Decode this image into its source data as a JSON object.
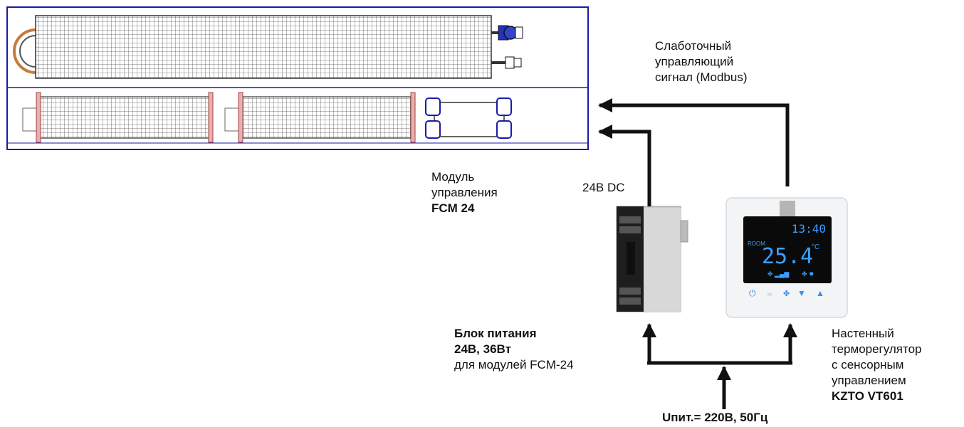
{
  "labels": {
    "signal": [
      "Слаботочный",
      "управляющий",
      "сигнал (Modbus)"
    ],
    "module": {
      "lines": [
        "Модуль",
        "управления"
      ],
      "name": "FCM 24"
    },
    "voltage_dc": "24В DC",
    "psu": {
      "name_lines": [
        "Блок питания",
        "24В, 36Вт"
      ],
      "desc": "для модулей FCM-24"
    },
    "thermostat": {
      "lines": [
        "Настенный",
        "терморегулятор",
        "с сенсорным",
        "управлением"
      ],
      "name": "KZTO VT601"
    },
    "supply": "Uпит.= 220В, 50Гц"
  },
  "thermostat_display": {
    "time": "13:40",
    "room_label": "ROOM",
    "temperature": "25.4",
    "unit": "°C"
  },
  "colors": {
    "convector_outline": "#1a1aa8",
    "arrows": "#111111",
    "display_text": "#3aa0ff"
  }
}
